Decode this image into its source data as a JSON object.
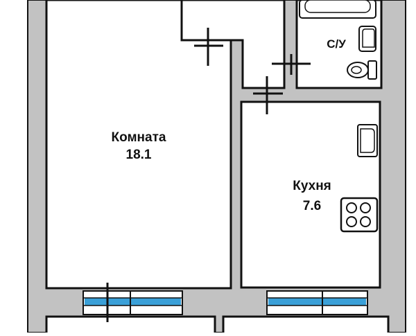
{
  "rooms": {
    "living": {
      "name": "Комната",
      "area": "18.1"
    },
    "kitchen": {
      "name": "Кухня",
      "area": "7.6"
    },
    "bathroom": {
      "name": "С/У"
    }
  },
  "colors": {
    "wall": "#c2c2c2",
    "outline": "#111111",
    "window": "#3aa0d8",
    "background": "#ffffff"
  }
}
